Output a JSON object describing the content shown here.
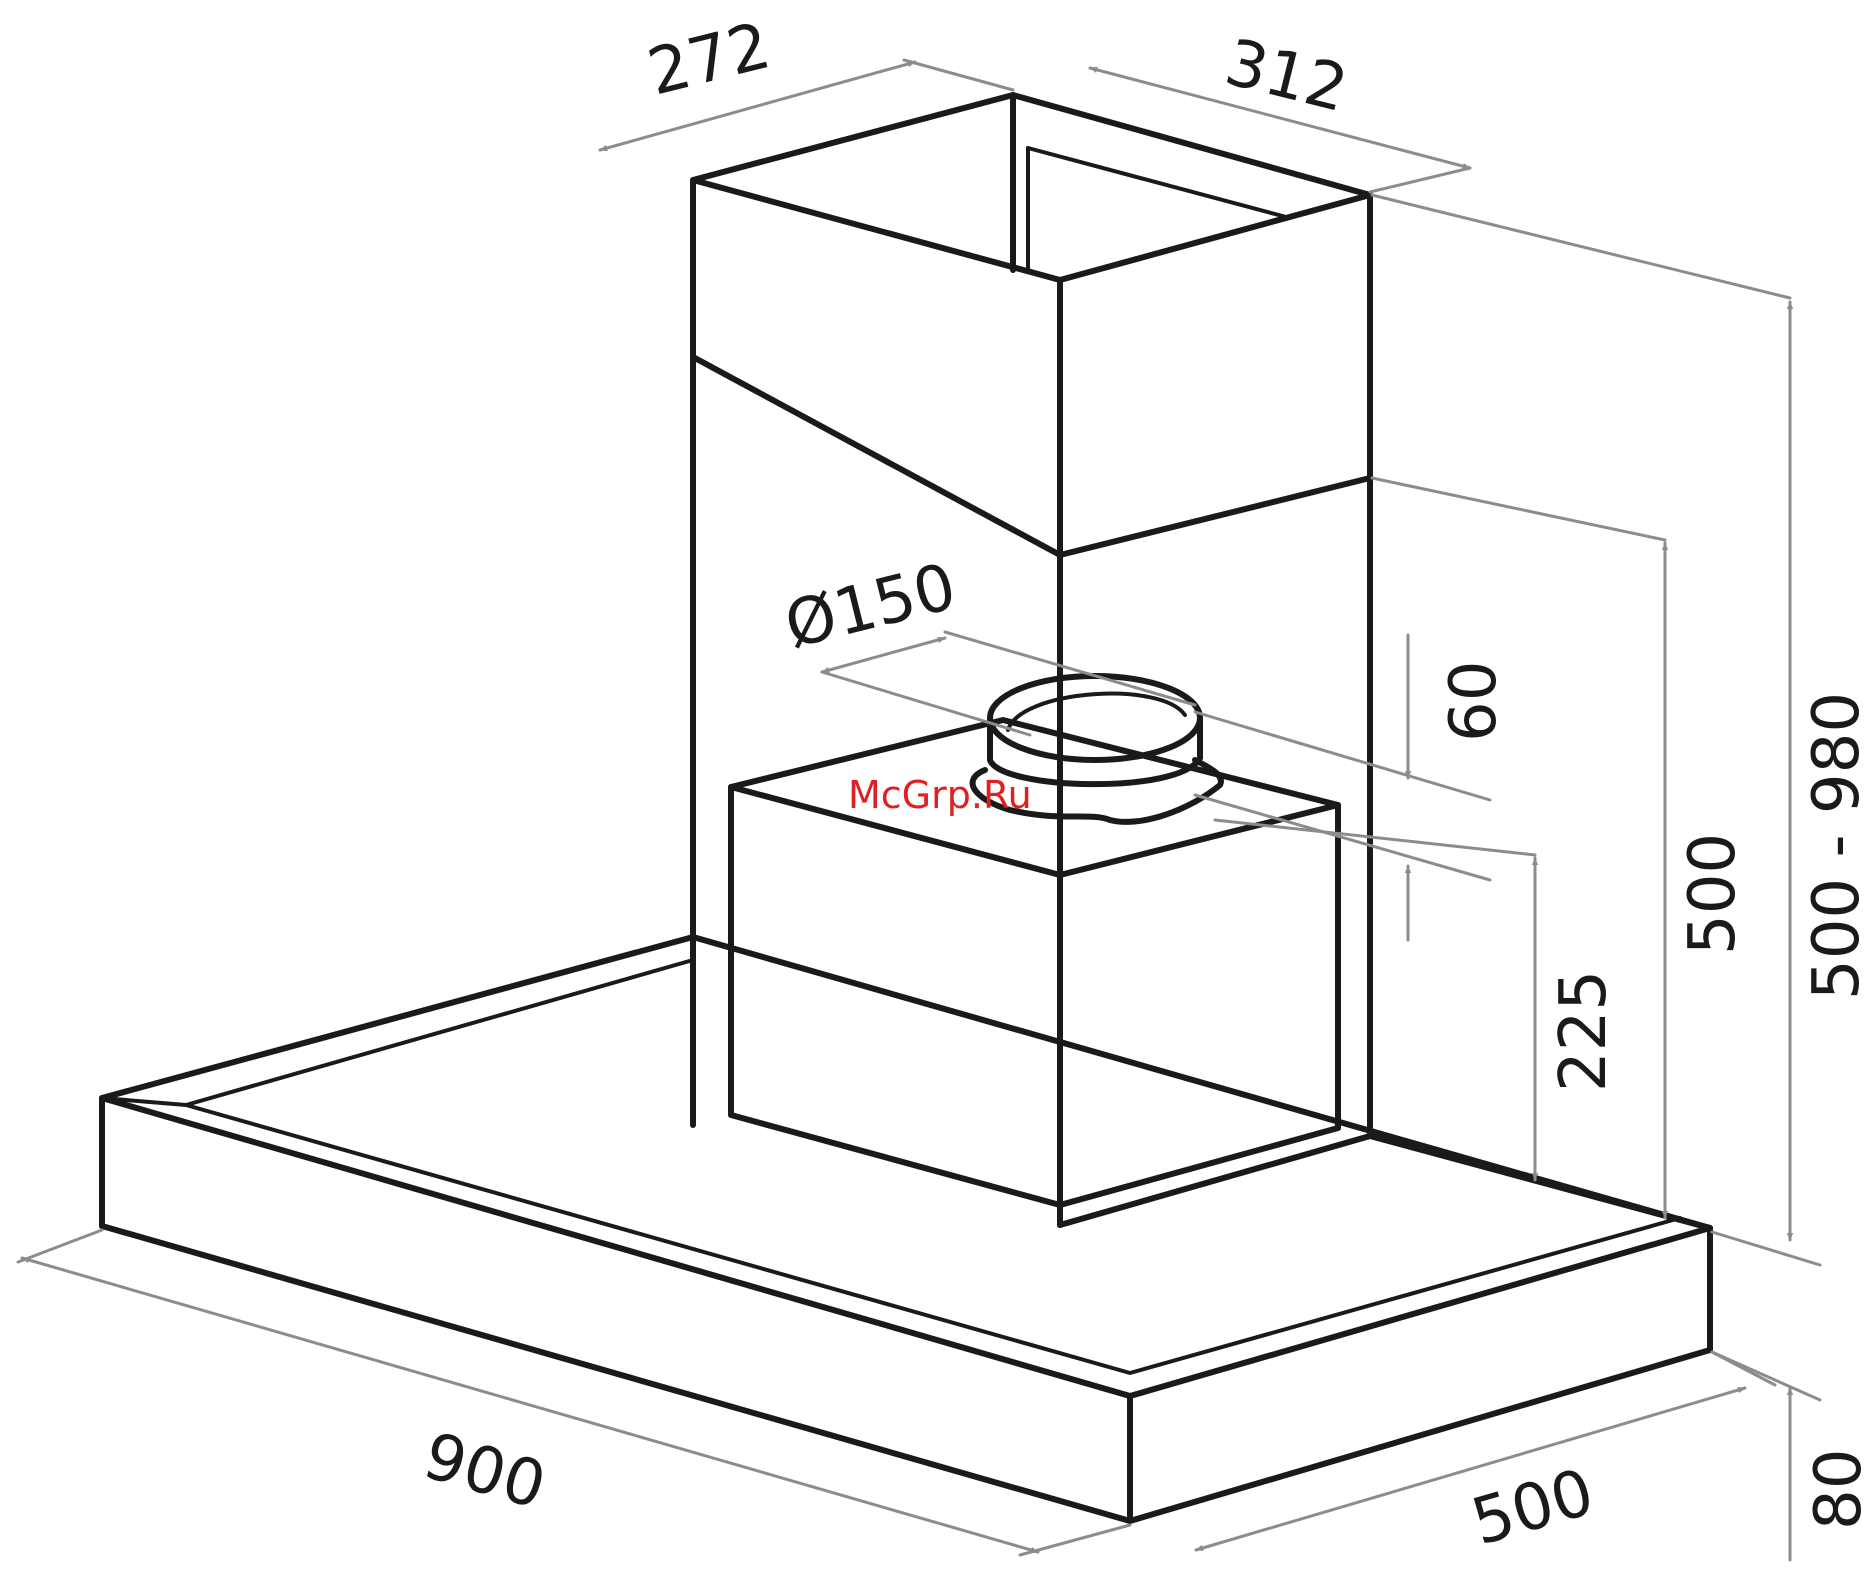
{
  "dimensions": {
    "chimney_depth": "272",
    "chimney_width": "312",
    "outlet_diameter": "Ø150",
    "outlet_height": "60",
    "motor_height": "225",
    "chimney_lower_height": "500",
    "chimney_adjustable_height": "500 - 980",
    "hood_width": "900",
    "hood_depth": "500",
    "hood_thickness": "80"
  },
  "watermark": {
    "text": "McGrp.Ru",
    "color": "#e02020"
  },
  "colors": {
    "outline": "#1a1a1a",
    "dimension_lines": "#8c8c8c"
  }
}
